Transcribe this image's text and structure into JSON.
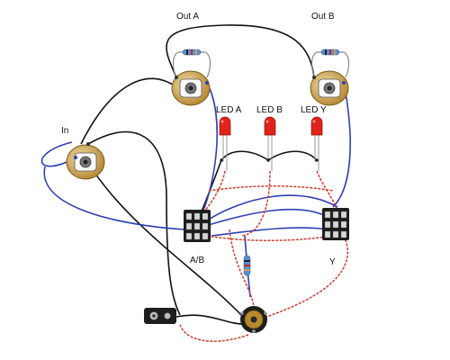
{
  "labels": {
    "out_a": "Out A",
    "out_b": "Out B",
    "in": "In",
    "led_a": "LED A",
    "led_b": "LED B",
    "led_y": "LED Y",
    "switch_ab": "A/B",
    "switch_y": "Y"
  },
  "colors": {
    "wire_black": "#111111",
    "wire_blue": "#2f3fb4",
    "wire_red": "#d23a2e",
    "led_red": "#e0241b",
    "jack_gold": "#c9a24c",
    "switch_body": "#1c1c1c",
    "resistor_blue": "#5a8fd4"
  },
  "icons": {
    "jack": "audio-jack-icon",
    "led": "led-icon",
    "resistor": "resistor-icon",
    "switch": "3pdt-footswitch-icon",
    "battery_clip": "9v-battery-clip-icon",
    "dc_jack": "dc-power-jack-icon"
  }
}
